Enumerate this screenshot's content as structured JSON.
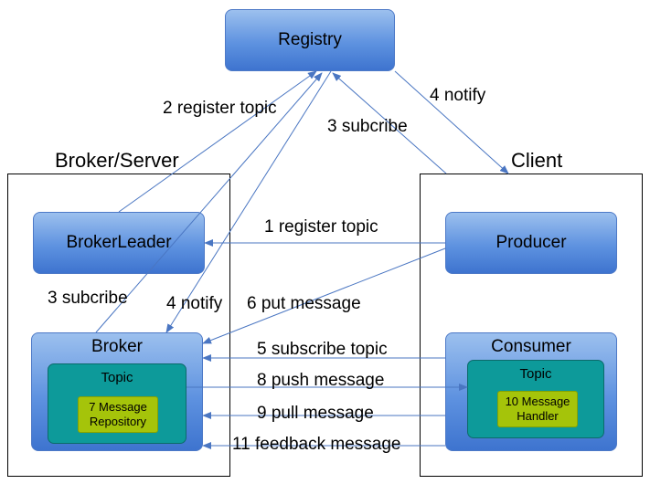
{
  "registry": {
    "label": "Registry"
  },
  "broker_server": {
    "title": "Broker/Server",
    "broker_leader": {
      "label": "BrokerLeader"
    },
    "broker": {
      "label": "Broker",
      "topic": {
        "label": "Topic",
        "inner": "7 Message Repository"
      }
    }
  },
  "client": {
    "title": "Client",
    "producer": {
      "label": "Producer"
    },
    "consumer": {
      "label": "Consumer",
      "topic": {
        "label": "Topic",
        "inner": "10 Message Handler"
      }
    }
  },
  "edges": {
    "register_topic_registry": "2 register topic",
    "notify_registry_client": "4 notify",
    "subscribe_client_registry": "3 subcribe",
    "register_topic_leader": "1 register topic",
    "subscribe_broker": "3 subcribe",
    "notify_broker": "4 notify",
    "put_message": "6 put message",
    "subscribe_topic": "5 subscribe topic",
    "push_message": "8 push message",
    "pull_message": "9 pull message",
    "feedback_message": "11 feedback message"
  },
  "colors": {
    "node_fill": "#5e92e0",
    "topic_fill": "#0d9a9a",
    "inner_fill": "#a5c40a",
    "connector": "#4a76c2"
  }
}
